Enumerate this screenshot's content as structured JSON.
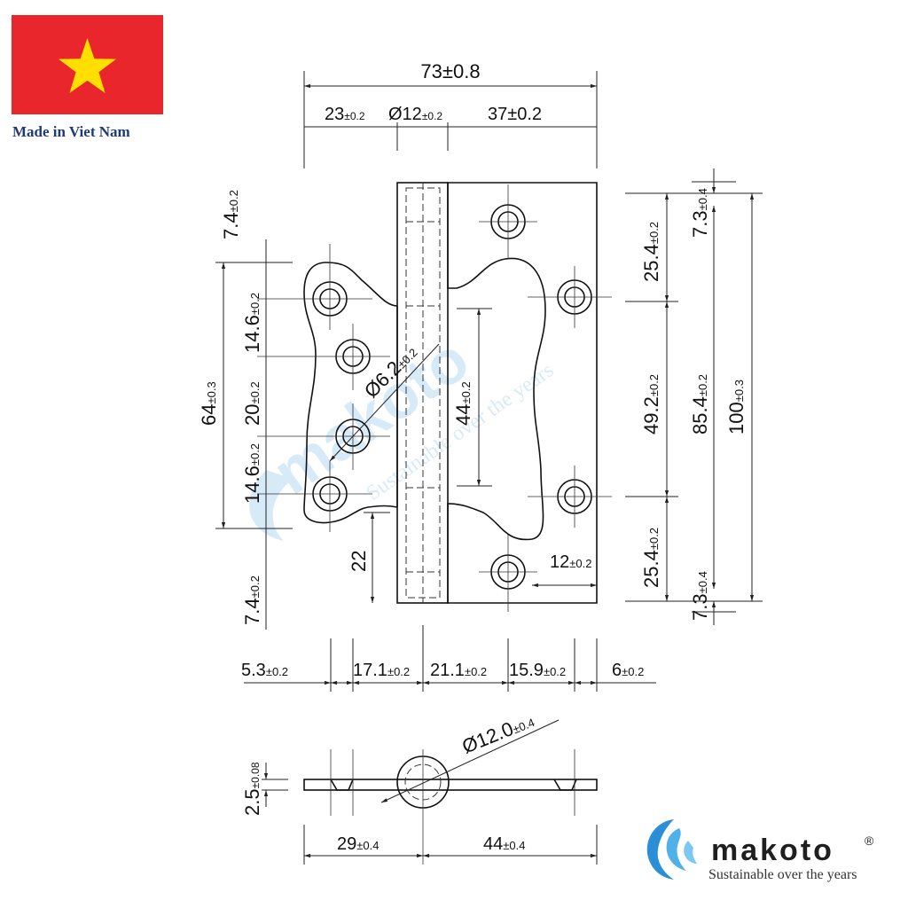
{
  "flag": {
    "colors": {
      "field": "#e8262c",
      "star": "#ffde00"
    },
    "caption": "Made in Viet Nam"
  },
  "brand": {
    "name": "makoto",
    "registered": "®",
    "tagline": "Sustainable over the years",
    "watermark_name": "makoto",
    "watermark_tagline": "Sustainable over the years",
    "color": "#2a8fd6"
  },
  "dimensions": {
    "top_overall": "73±0.8",
    "top_left": {
      "main": "23",
      "tol": "±0.2"
    },
    "top_pin": {
      "main": "Ø12",
      "tol": "±0.2"
    },
    "top_right": "37±0.2",
    "left_top_offset": {
      "main": "7.4",
      "tol": "±0.2"
    },
    "left_span": {
      "main": "64",
      "tol": "±0.3"
    },
    "left_upper": {
      "main": "14.6",
      "tol": "±0.2"
    },
    "left_mid": {
      "main": "20",
      "tol": "±0.2"
    },
    "left_lower": {
      "main": "14.6",
      "tol": "±0.2"
    },
    "left_bottom_offset": {
      "main": "7.4",
      "tol": "±0.2"
    },
    "hole": {
      "main": "Ø6.2",
      "tol": "±0.2"
    },
    "knuckle_gap": {
      "main": "44",
      "tol": "±0.2"
    },
    "knuckle_bottom": "22",
    "right_top_offset": {
      "main": "7.3",
      "tol": "±0.4"
    },
    "right_upper": {
      "main": "25.4",
      "tol": "±0.2"
    },
    "right_mid": {
      "main": "49.2",
      "tol": "±0.2"
    },
    "right_lower": {
      "main": "25.4",
      "tol": "±0.2"
    },
    "right_bottom_offset": {
      "main": "7.3",
      "tol": "±0.4"
    },
    "right_span": {
      "main": "85.4",
      "tol": "±0.2"
    },
    "right_overall": {
      "main": "100",
      "tol": "±0.3"
    },
    "edge_hole": {
      "main": "12",
      "tol": "±0.2"
    },
    "bottom_1": {
      "main": "5.3",
      "tol": "±0.2"
    },
    "bottom_2": {
      "main": "17.1",
      "tol": "±0.2"
    },
    "bottom_3": {
      "main": "21.1",
      "tol": "±0.2"
    },
    "bottom_4": {
      "main": "15.9",
      "tol": "±0.2"
    },
    "bottom_5": {
      "main": "6",
      "tol": "±0.2"
    },
    "knuckle_dia": {
      "main": "Ø12.0",
      "tol": "±0.4"
    },
    "thickness": {
      "main": "2.5",
      "tol": "±0.08"
    },
    "side_left": {
      "main": "29",
      "tol": "±0.4"
    },
    "side_right": {
      "main": "44",
      "tol": "±0.4"
    }
  }
}
